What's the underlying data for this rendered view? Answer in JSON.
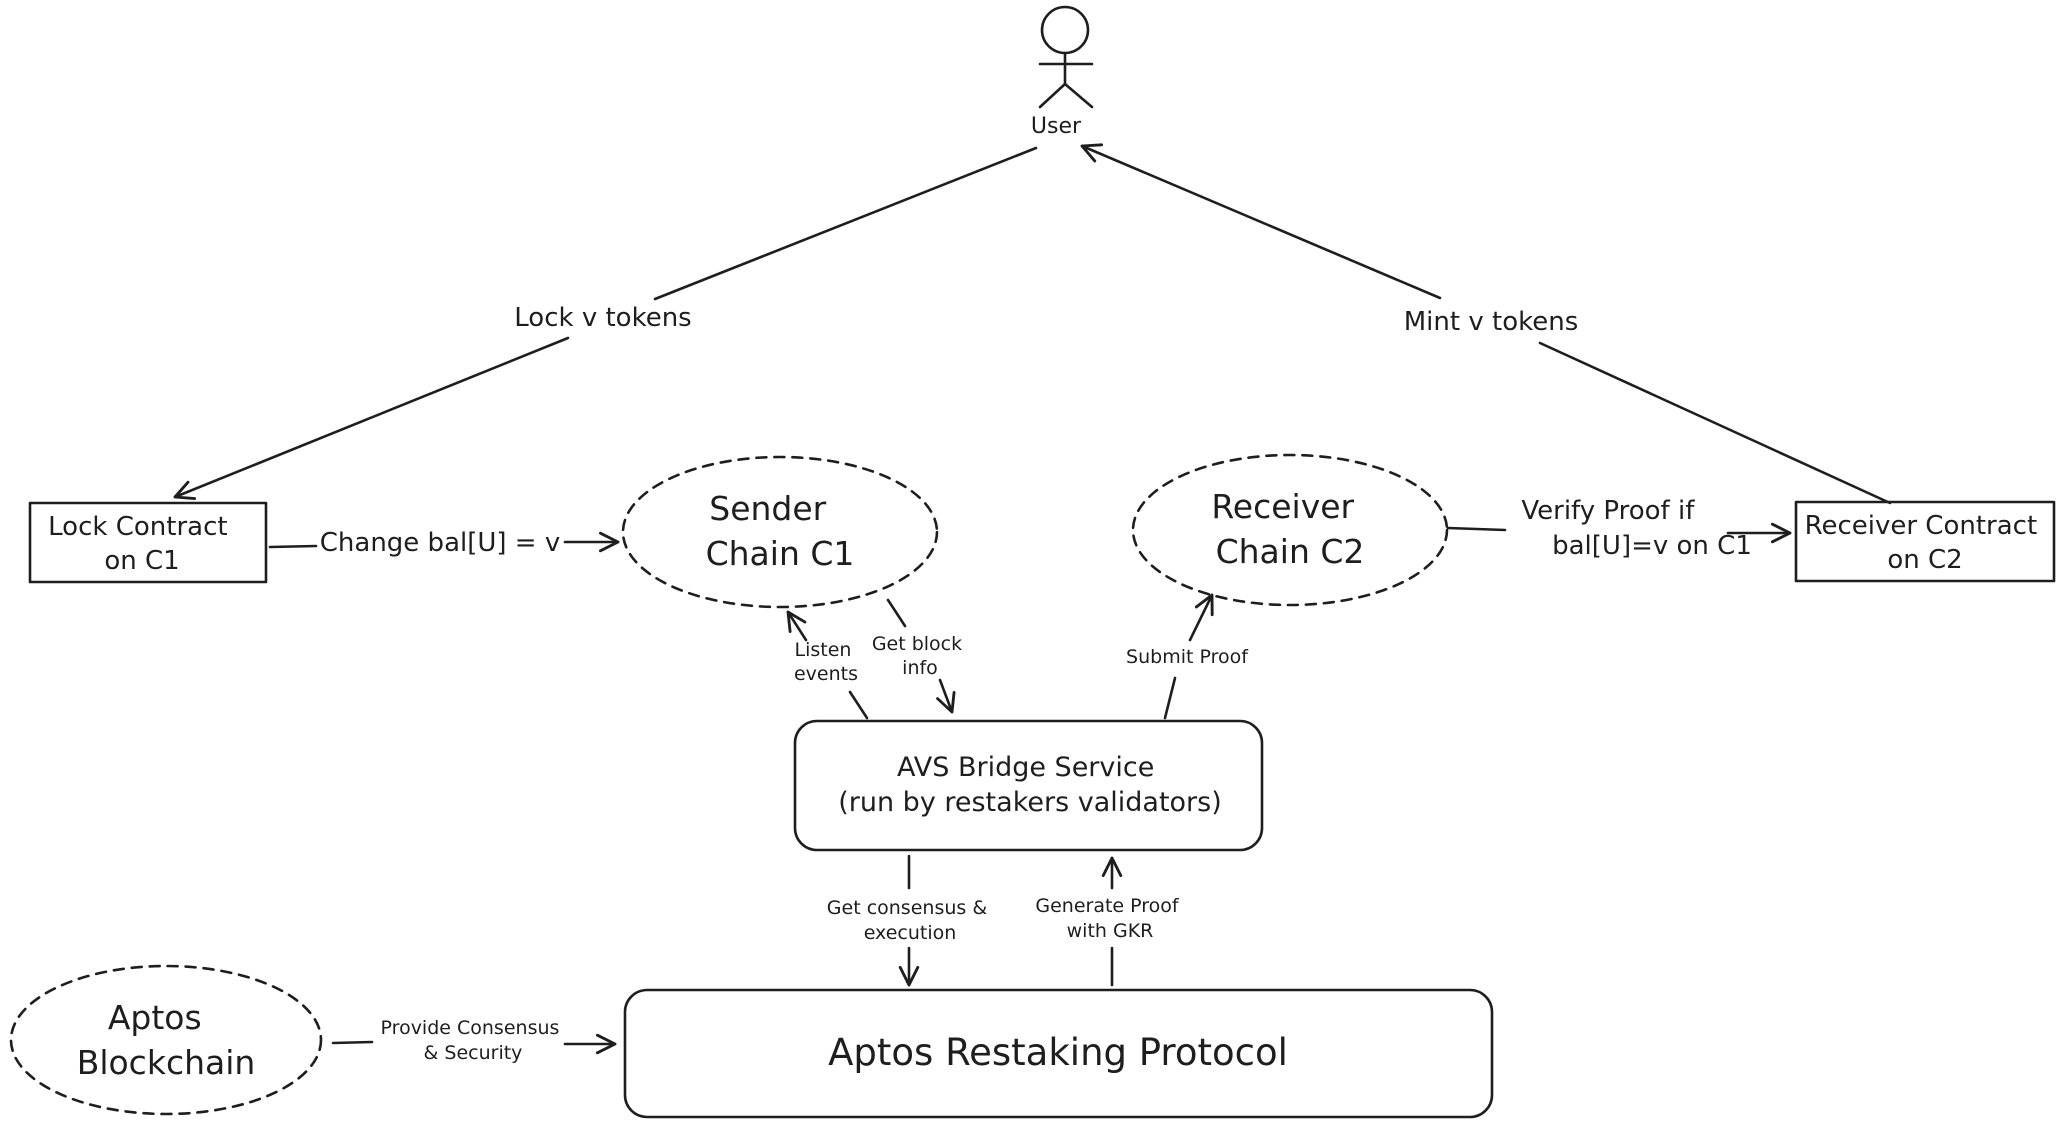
{
  "actor": {
    "label": "User"
  },
  "nodes": {
    "lock_contract": {
      "lines": [
        "Lock Contract",
        "on C1"
      ]
    },
    "sender_chain": {
      "lines": [
        "Sender",
        "Chain C1"
      ]
    },
    "receiver_chain": {
      "lines": [
        "Receiver",
        "Chain C2"
      ]
    },
    "receiver_contract": {
      "lines": [
        "Receiver Contract",
        "on C2"
      ]
    },
    "avs_service": {
      "lines": [
        "AVS Bridge Service",
        "(run by restakers validators)"
      ]
    },
    "aptos_blockchain": {
      "lines": [
        "Aptos",
        "Blockchain"
      ]
    },
    "restaking_protocol": {
      "lines": [
        "Aptos Restaking Protocol"
      ]
    }
  },
  "edges": {
    "lock_tokens": {
      "lines": [
        "Lock v tokens"
      ]
    },
    "mint_tokens": {
      "lines": [
        "Mint v tokens"
      ]
    },
    "change_bal": {
      "lines": [
        "Change bal[U] = v"
      ]
    },
    "verify_proof": {
      "lines": [
        "Verify Proof if",
        "bal[U]=v on C1"
      ]
    },
    "listen_events": {
      "lines": [
        "Listen",
        "events"
      ]
    },
    "get_block_info": {
      "lines": [
        "Get block",
        "info"
      ]
    },
    "submit_proof": {
      "lines": [
        "Submit Proof"
      ]
    },
    "get_consensus": {
      "lines": [
        "Get consensus &",
        "execution"
      ]
    },
    "generate_proof": {
      "lines": [
        "Generate Proof",
        "with GKR"
      ]
    },
    "provide_consensus": {
      "lines": [
        "Provide Consensus",
        "& Security"
      ]
    }
  }
}
